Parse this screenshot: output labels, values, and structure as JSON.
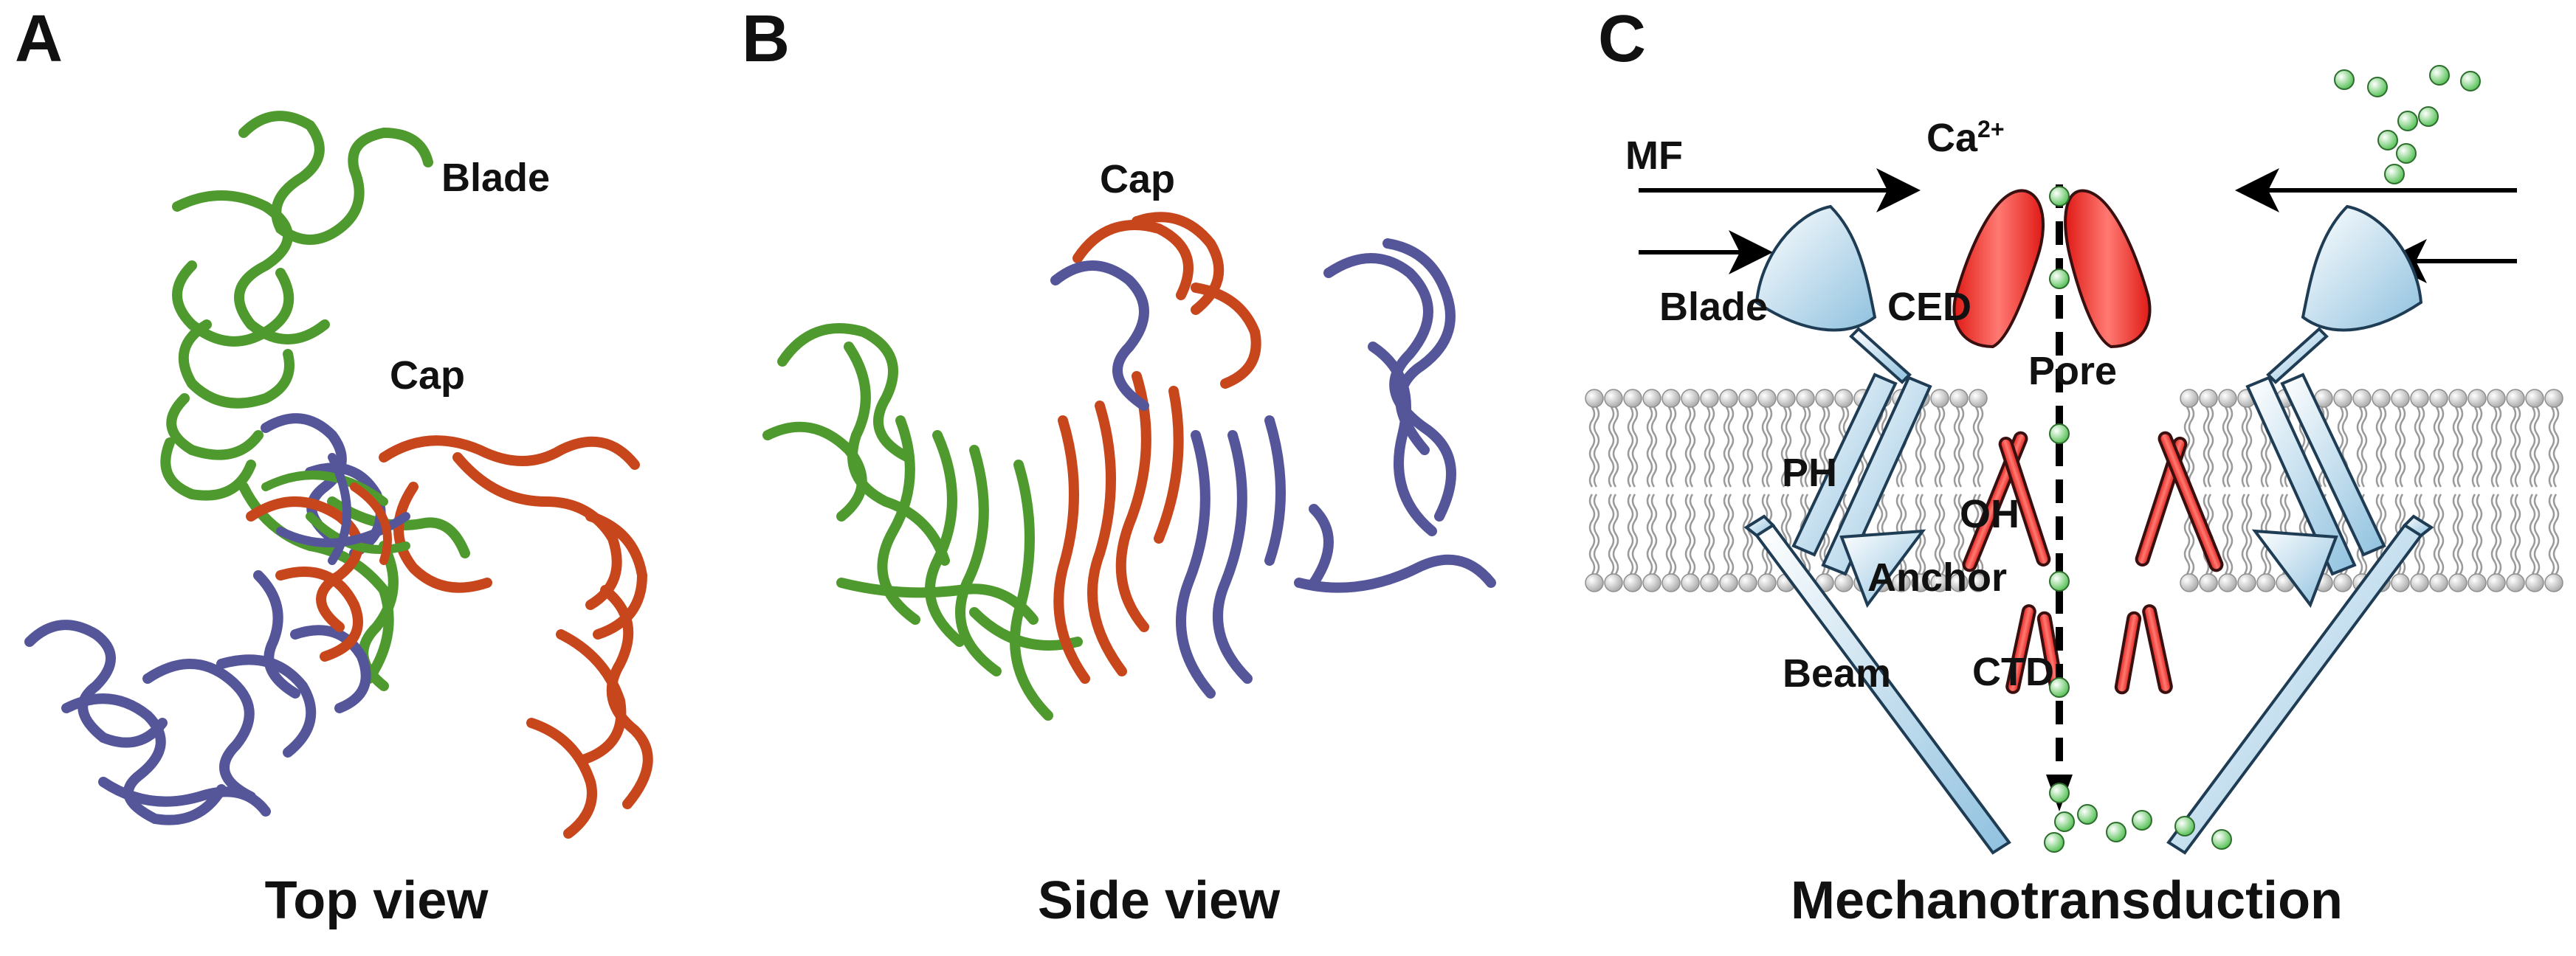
{
  "panels": {
    "a": {
      "letter": "A",
      "caption": "Top view",
      "labels": {
        "blade": "Blade",
        "cap": "Cap"
      },
      "colors": {
        "green": "#4f9a2e",
        "orange": "#c8461c",
        "purple": "#55569a"
      }
    },
    "b": {
      "letter": "B",
      "caption": "Side view",
      "labels": {
        "cap": "Cap"
      },
      "colors": {
        "green": "#4f9a2e",
        "orange": "#c8461c",
        "purple": "#55569a"
      }
    },
    "c": {
      "letter": "C",
      "caption": "Mechanotransduction",
      "labels": {
        "mf": "MF",
        "ca": "Ca",
        "ca_sup": "2+",
        "blade": "Blade",
        "ced": "CED",
        "pore": "Pore",
        "ph": "PH",
        "oh": "OH",
        "anchor": "Anchor",
        "beam": "Beam",
        "ctd": "CTD"
      },
      "colors": {
        "blue_fill": "#a9d0e6",
        "blue_stroke": "#1f3c55",
        "red_fill": "#e8231f",
        "ion_green": "#6fcf6f",
        "membrane_grey": "#b8b8b8"
      }
    }
  }
}
